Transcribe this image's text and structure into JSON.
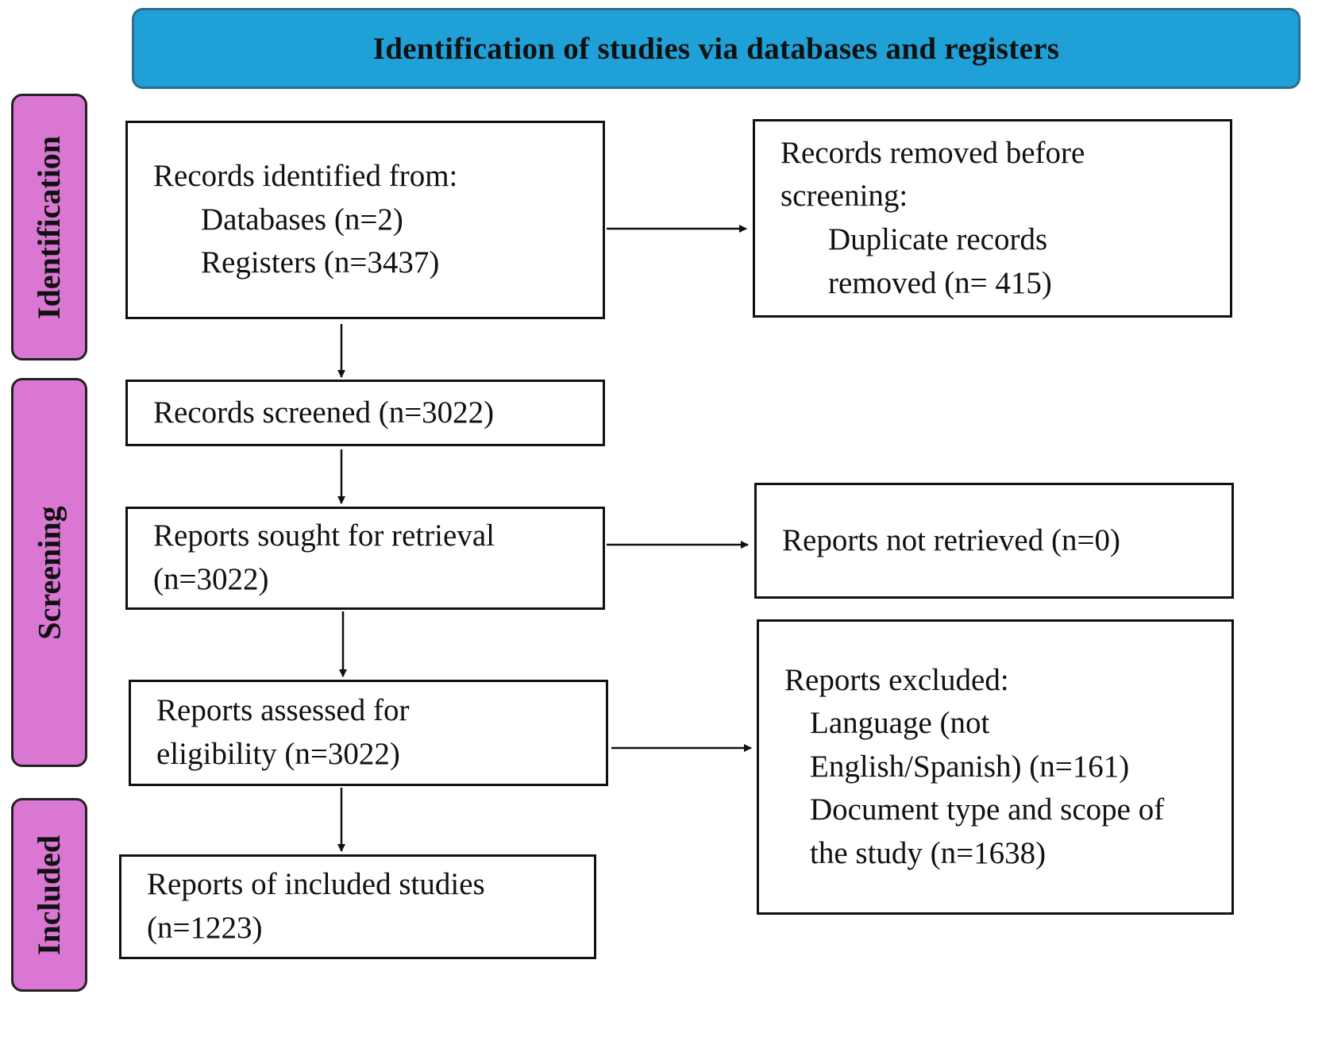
{
  "colors": {
    "header_fill": "#1fa0d6",
    "stage_fill": "#d977d3",
    "box_border": "#111111",
    "arrow": "#111111"
  },
  "header": {
    "title": "Identification of studies via databases and registers"
  },
  "stages": {
    "identification": "Identification",
    "screening": "Screening",
    "included": "Included"
  },
  "boxes": {
    "records_identified": {
      "heading": "Records identified from:",
      "databases": "Databases (n=2)",
      "registers": "Registers (n=3437)"
    },
    "records_removed": {
      "heading_line1": "Records removed before",
      "heading_line2": "screening:",
      "detail_line1": "Duplicate records",
      "detail_line2": "removed (n= 415)"
    },
    "records_screened": {
      "text": "Records screened (n=3022)"
    },
    "reports_sought": {
      "line1": "Reports sought for retrieval",
      "line2": "(n=3022)"
    },
    "reports_not_retrieved": {
      "text": "Reports not retrieved (n=0)"
    },
    "reports_assessed": {
      "line1": "Reports assessed for",
      "line2": "eligibility (n=3022)"
    },
    "reports_excluded": {
      "heading": "Reports excluded:",
      "language_line1": "Language (not",
      "language_line2": "English/Spanish) (n=161)",
      "doctype_line1": "Document type and scope of",
      "doctype_line2": "the study (n=1638)"
    },
    "reports_included": {
      "line1": "Reports of included studies",
      "line2": "(n=1223)"
    }
  }
}
